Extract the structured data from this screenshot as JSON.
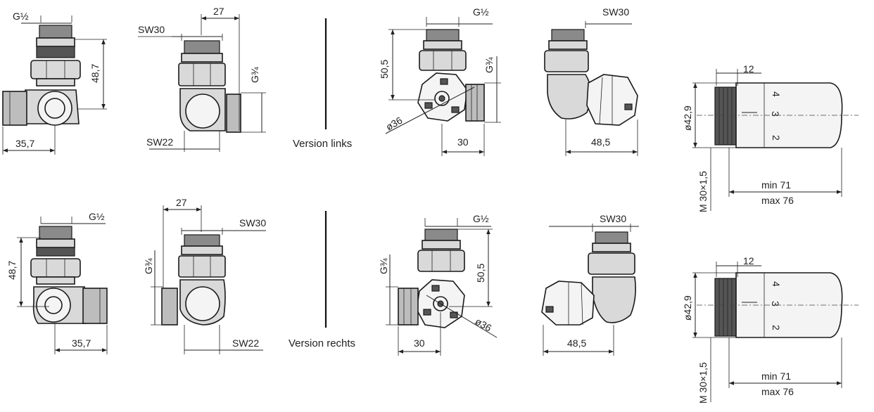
{
  "labels": {
    "g_half": "G½",
    "g_three_quarter": "G¾",
    "sw30": "SW30",
    "sw22": "SW22",
    "d27": "27",
    "d48_7": "48,7",
    "d35_7": "35,7",
    "d50_5": "50,5",
    "d30": "30",
    "d48_5": "48,5",
    "phi36": "ø36",
    "d12": "12",
    "phi42_9": "ø42,9",
    "m30": "M 30×1,5",
    "min71": "min 71",
    "max76": "max 76",
    "scale_4": "4",
    "scale_3": "3",
    "scale_2": "2"
  },
  "versions": {
    "links": "Version links",
    "rechts": "Version rechts"
  }
}
